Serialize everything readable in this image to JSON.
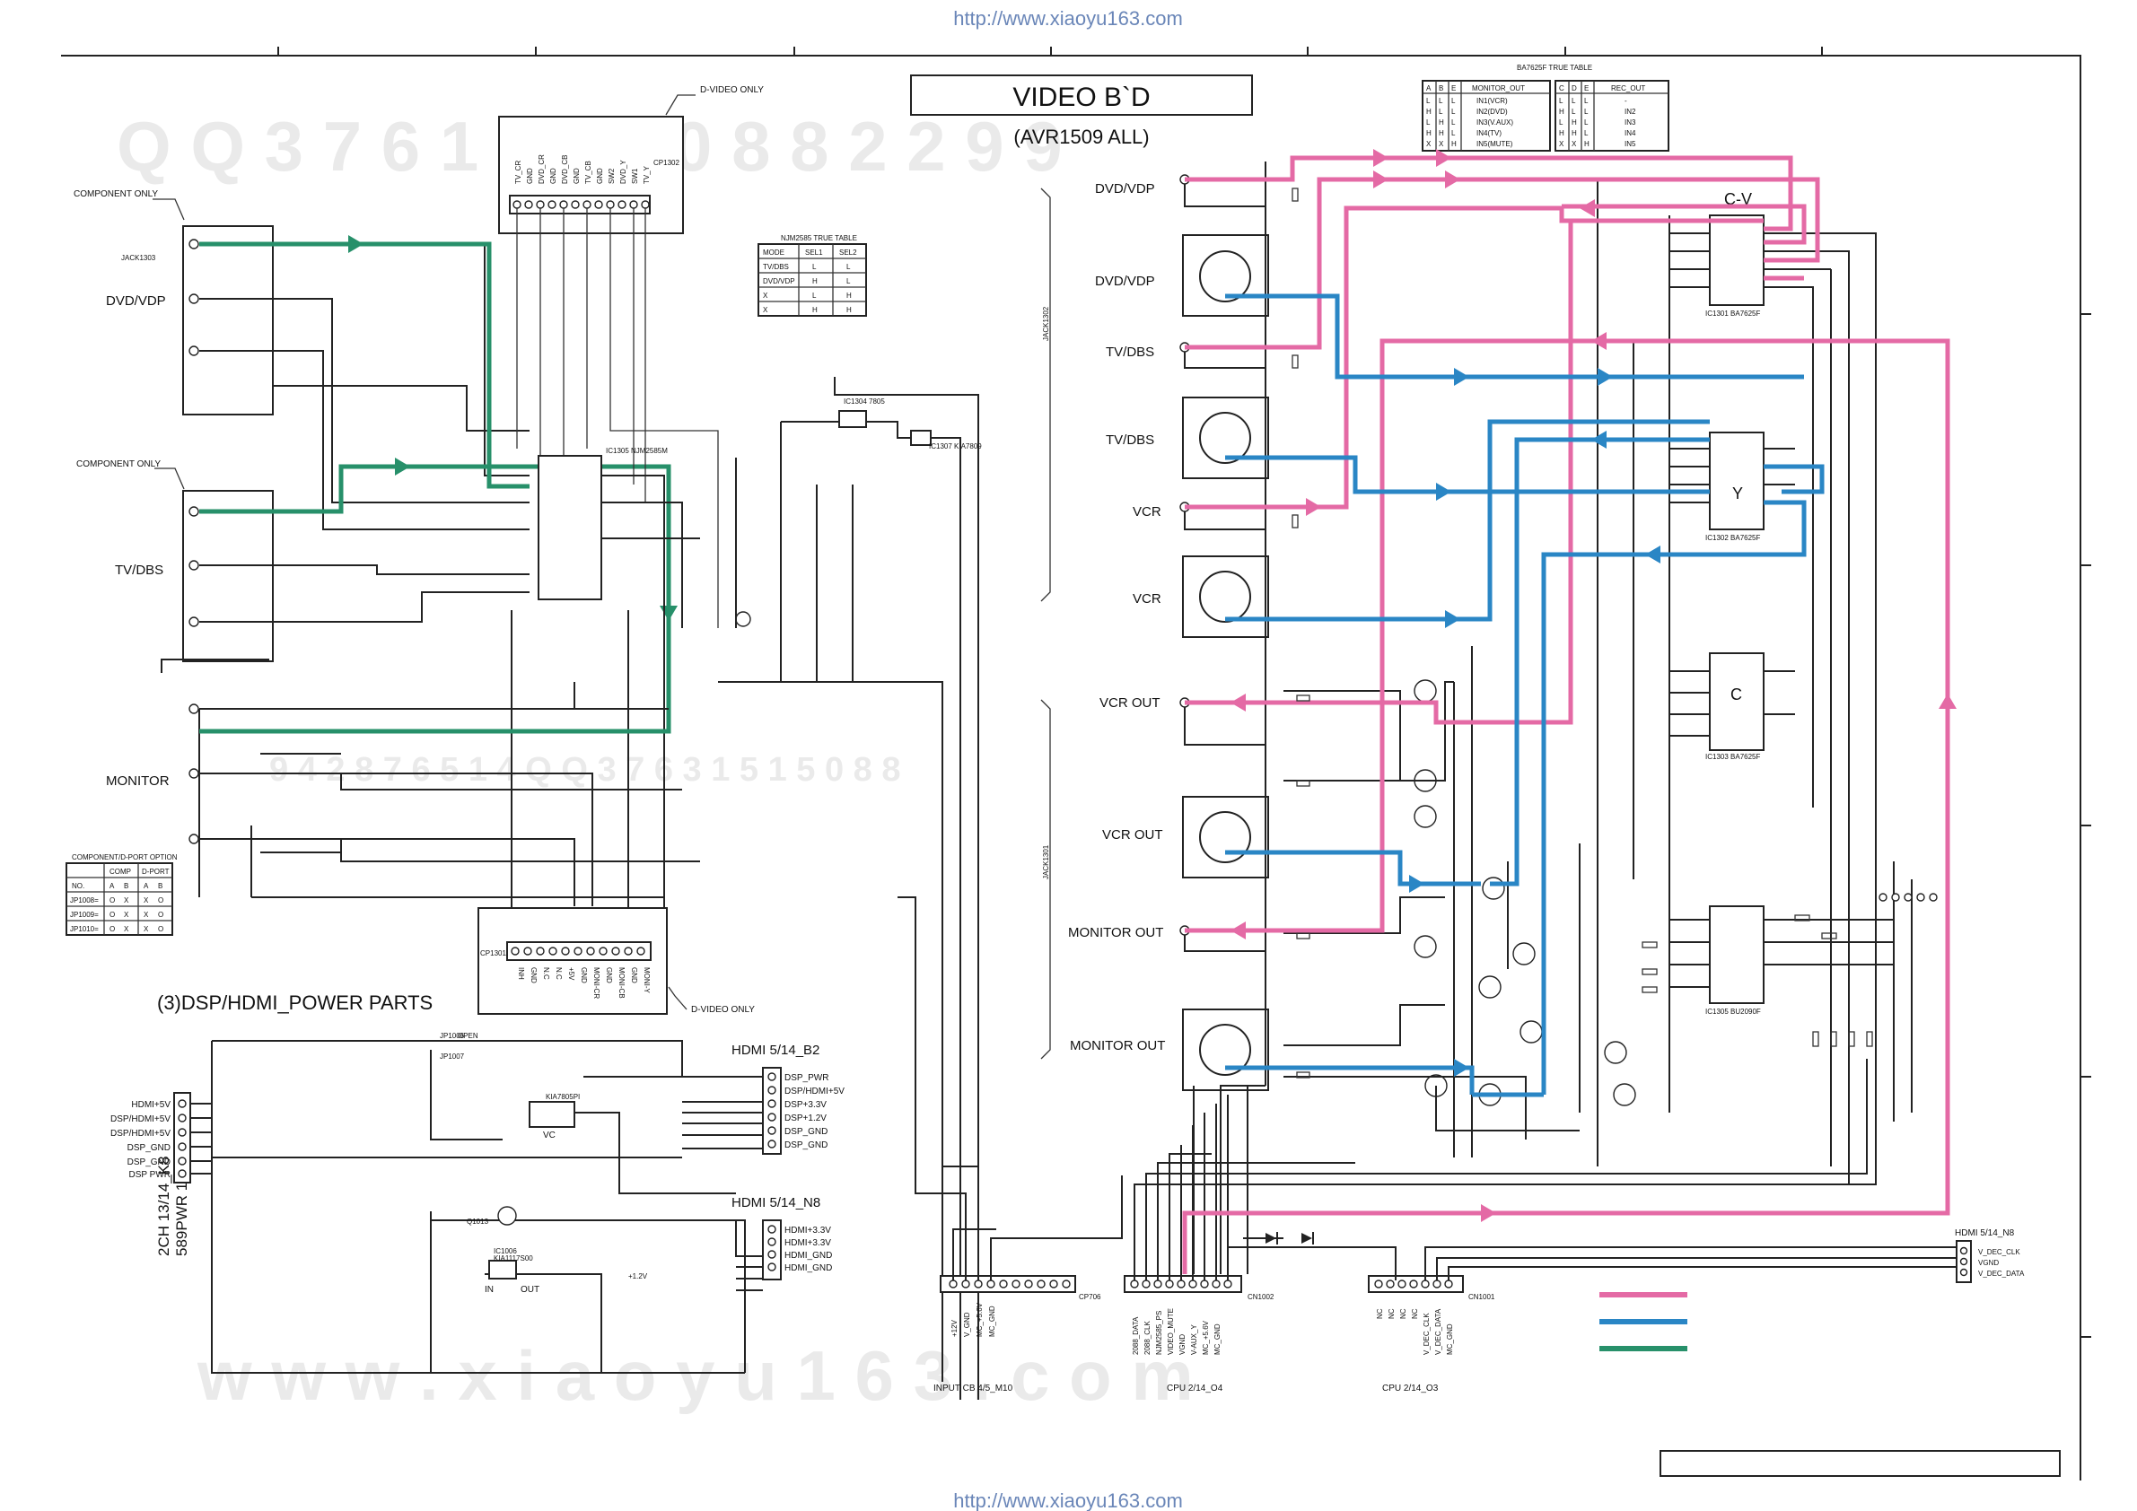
{
  "url_text": "http://www.xiaoyu163.com",
  "watermark_top": "Q Q 3 7 6 1 5 1 5 0 8 8 2 2 9 9",
  "watermark_mid": "9 4 2 8 7 6 5 1 4 Q Q 3 7 6 3 1 5 1 5 0 8 8",
  "watermark_bottom": "w w w . x i a o y u 1 6 3 . c o m",
  "title": "VIDEO B`D",
  "subtitle": "(AVR1509 ALL)",
  "power_title": "(3)DSP/HDMI_POWER PARTS",
  "side_label_1": "2CH 13/14_K8",
  "side_label_2": "589PWR 14/14_K5",
  "notes": {
    "component_only_1": "COMPONENT ONLY",
    "component_only_2": "COMPONENT ONLY",
    "d_video_only_top": "D-VIDEO ONLY",
    "d_video_only_bottom": "D-VIDEO ONLY"
  },
  "left_inputs": [
    "DVD/VDP",
    "TV/DBS",
    "MONITOR"
  ],
  "right_inputs": [
    "DVD/VDP",
    "DVD/VDP",
    "TV/DBS",
    "TV/DBS",
    "VCR",
    "VCR"
  ],
  "right_outputs": [
    "VCR  OUT",
    "VCR  OUT",
    "MONITOR  OUT",
    "MONITOR  OUT"
  ],
  "ic_labels": {
    "cv": "C-V",
    "y": "Y",
    "c": "C",
    "vc": "VC",
    "ic1301": "IC1301 BA7625F",
    "ic1302": "IC1302 BA7625F",
    "ic1303": "IC1303 BA7625F",
    "ic1305": "IC1305 NJM2585M",
    "ic1304": "IC1304 7805",
    "ic1307": "IC1307 KIA7809",
    "ic1305b": "IC1305 BU2090F",
    "jack1303": "JACK1303",
    "jack1302": "JACK1302",
    "jack1301": "JACK1301"
  },
  "cp1302": {
    "label": "CP1302",
    "pins": [
      "TV_CR",
      "GND",
      "DVD_CR",
      "GND",
      "DVD_CB",
      "GND",
      "TV_CB",
      "GND",
      "SW2",
      "DVD_Y",
      "SW1",
      "TV_Y"
    ]
  },
  "cp1301": {
    "label": "CP1301",
    "pins": [
      "INH",
      "GND",
      "N.C",
      "N.C",
      "+5V",
      "GND",
      "MONI-CR",
      "GND",
      "MONI-CB",
      "GND",
      "MONI-Y"
    ]
  },
  "njm_table": {
    "title": "NJM2585 TRUE TABLE",
    "headers": [
      "MODE",
      "SEL1",
      "SEL2"
    ],
    "rows": [
      [
        "TV/DBS",
        "L",
        "L"
      ],
      [
        "DVD/VDP",
        "H",
        "L"
      ],
      [
        "X",
        "L",
        "H"
      ],
      [
        "X",
        "H",
        "H"
      ]
    ]
  },
  "ba_table": {
    "title": "BA7625F TRUE TABLE",
    "headers": [
      "A",
      "B",
      "E",
      "MONITOR_OUT",
      "C",
      "D",
      "E",
      "REC_OUT"
    ],
    "rows": [
      [
        "L",
        "L",
        "L",
        "IN1(VCR)",
        "L",
        "L",
        "L",
        "-"
      ],
      [
        "H",
        "L",
        "L",
        "IN2(DVD)",
        "H",
        "L",
        "L",
        "IN2"
      ],
      [
        "L",
        "H",
        "L",
        "IN3(V.AUX)",
        "L",
        "H",
        "L",
        "IN3"
      ],
      [
        "H",
        "H",
        "L",
        "IN4(TV)",
        "H",
        "H",
        "L",
        "IN4"
      ],
      [
        "X",
        "X",
        "H",
        "IN5(MUTE)",
        "X",
        "X",
        "H",
        "IN5"
      ]
    ]
  },
  "option_table": {
    "title": "COMPONENT/D-PORT OPTION",
    "headers": [
      "NO.",
      "A",
      "B",
      "A",
      "B"
    ],
    "groups": [
      "COMP",
      "D-PORT"
    ],
    "rows": [
      [
        "JP1008=",
        "O",
        "X",
        "X",
        "O"
      ],
      [
        "JP1009=",
        "O",
        "X",
        "X",
        "O"
      ],
      [
        "JP1010=",
        "O",
        "X",
        "X",
        "O"
      ]
    ]
  },
  "cn1003_pins": [
    "HDMI+5V",
    "DSP/HDMI+5V",
    "DSP/HDMI+5V",
    "DSP_GND",
    "DSP_GND",
    "DSP PWR"
  ],
  "hdmi_b2": {
    "title": "HDMI 5/14_B2",
    "pins": [
      "DSP_PWR",
      "DSP/HDMI+5V",
      "DSP+3.3V",
      "DSP+1.2V",
      "DSP_GND",
      "DSP_GND"
    ]
  },
  "hdmi_n8_left": {
    "title": "HDMI 5/14_N8",
    "pins": [
      "HDMI+3.3V",
      "HDMI+3.3V",
      "HDMI_GND",
      "HDMI_GND"
    ]
  },
  "hdmi_n8_right": {
    "title": "HDMI 5/14_N8",
    "pins": [
      "V_DEC_CLK",
      "VGND",
      "V_DEC_DATA"
    ]
  },
  "cp706": {
    "label": "CP706",
    "caption": "INPUT CB 4/5_M10",
    "pins": [
      "+12V",
      "V_GND",
      "MC_+5.6V",
      "MC_GND"
    ]
  },
  "cn1002": {
    "label": "CN1002",
    "caption": "CPU 2/14_O4",
    "pins": [
      "2088_DATA",
      "2088_CLK",
      "NJM2585_PS",
      "VIDEO_MUTE",
      "VGND",
      "V-AUX_Y",
      "MC_+5.6V",
      "MC_GND"
    ]
  },
  "cn1001": {
    "label": "CN1001",
    "caption": "CPU 2/14_O3",
    "pins": [
      "NC",
      "NC",
      "NC",
      "NC",
      "V_DEC_CLK",
      "V_DEC_DATA",
      "MC_GND"
    ]
  },
  "power_labels": [
    "JP1006",
    "OPEN",
    "JP1007",
    "KIA7805PI",
    "IN",
    "OUT",
    "+1.2V",
    "Q1013",
    "IC1006",
    "KIA1117S00"
  ],
  "legend_colors": [
    "#e46aa5",
    "#2a86c5",
    "#27906a"
  ],
  "colors": {
    "pink": "#e46aa5",
    "blue": "#2a86c5",
    "green": "#27906a",
    "line": "#222222",
    "url": "#6a86b8"
  }
}
